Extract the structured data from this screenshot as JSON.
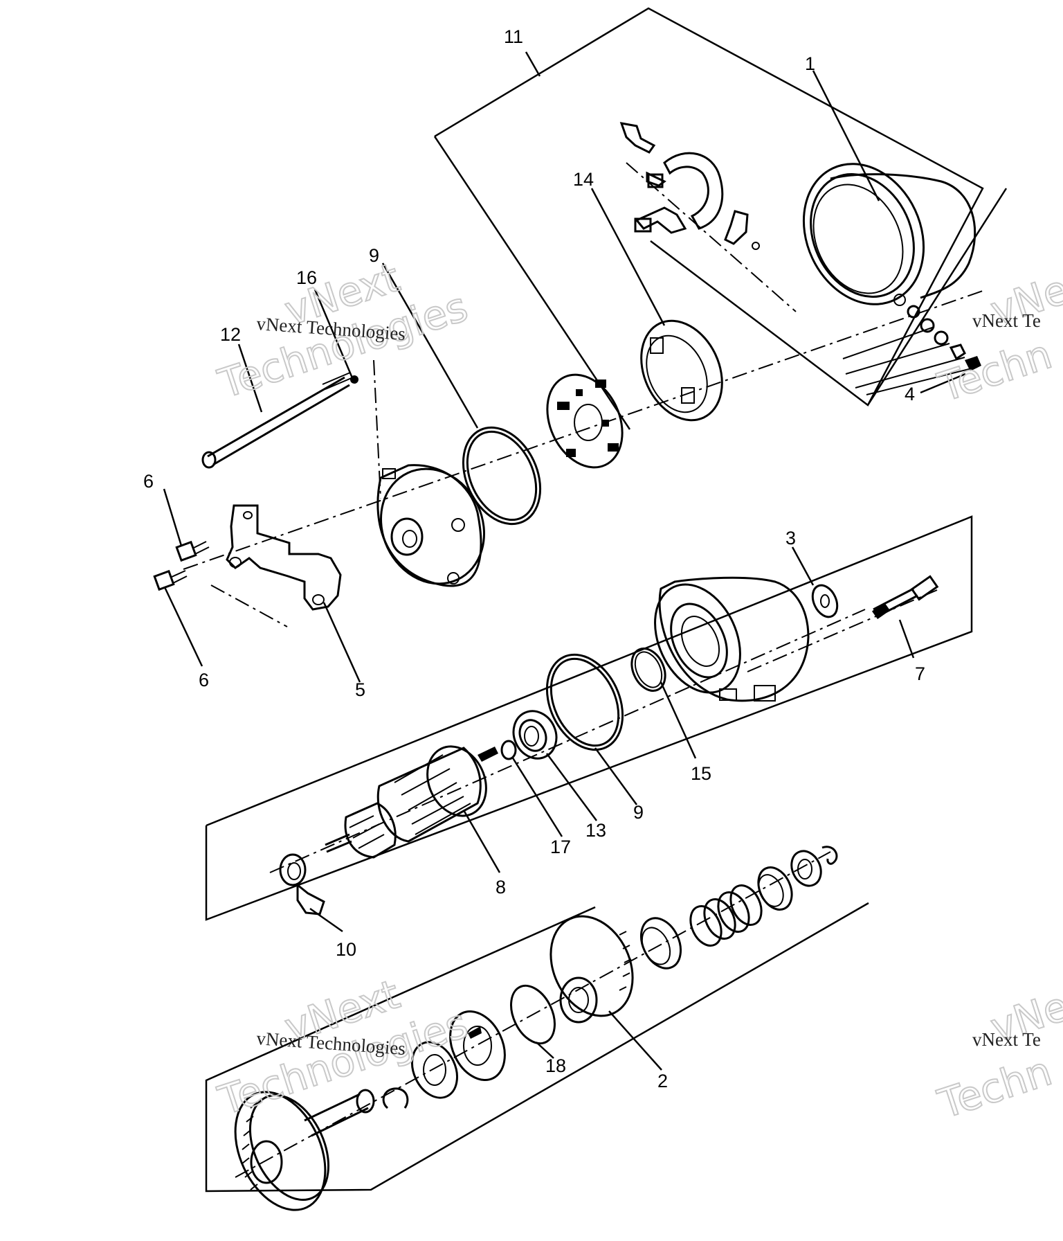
{
  "diagram": {
    "callouts": [
      {
        "id": "c1",
        "text": "1"
      },
      {
        "id": "c2",
        "text": "2"
      },
      {
        "id": "c3",
        "text": "3"
      },
      {
        "id": "c4",
        "text": "4"
      },
      {
        "id": "c5",
        "text": "5"
      },
      {
        "id": "c6a",
        "text": "6"
      },
      {
        "id": "c6b",
        "text": "6"
      },
      {
        "id": "c7",
        "text": "7"
      },
      {
        "id": "c8",
        "text": "8"
      },
      {
        "id": "c9a",
        "text": "9"
      },
      {
        "id": "c9b",
        "text": "9"
      },
      {
        "id": "c10",
        "text": "10"
      },
      {
        "id": "c11",
        "text": "11"
      },
      {
        "id": "c12",
        "text": "12"
      },
      {
        "id": "c13",
        "text": "13"
      },
      {
        "id": "c14",
        "text": "14"
      },
      {
        "id": "c15",
        "text": "15"
      },
      {
        "id": "c16",
        "text": "16"
      },
      {
        "id": "c17",
        "text": "17"
      },
      {
        "id": "c18",
        "text": "18"
      }
    ]
  },
  "watermark": {
    "small": "vNext Technologies",
    "big_line1": "vNext",
    "big_line2": "Technologies",
    "small_cut": "vNext Te",
    "big_cut1": "vNe",
    "big_cut2": "Techn"
  }
}
